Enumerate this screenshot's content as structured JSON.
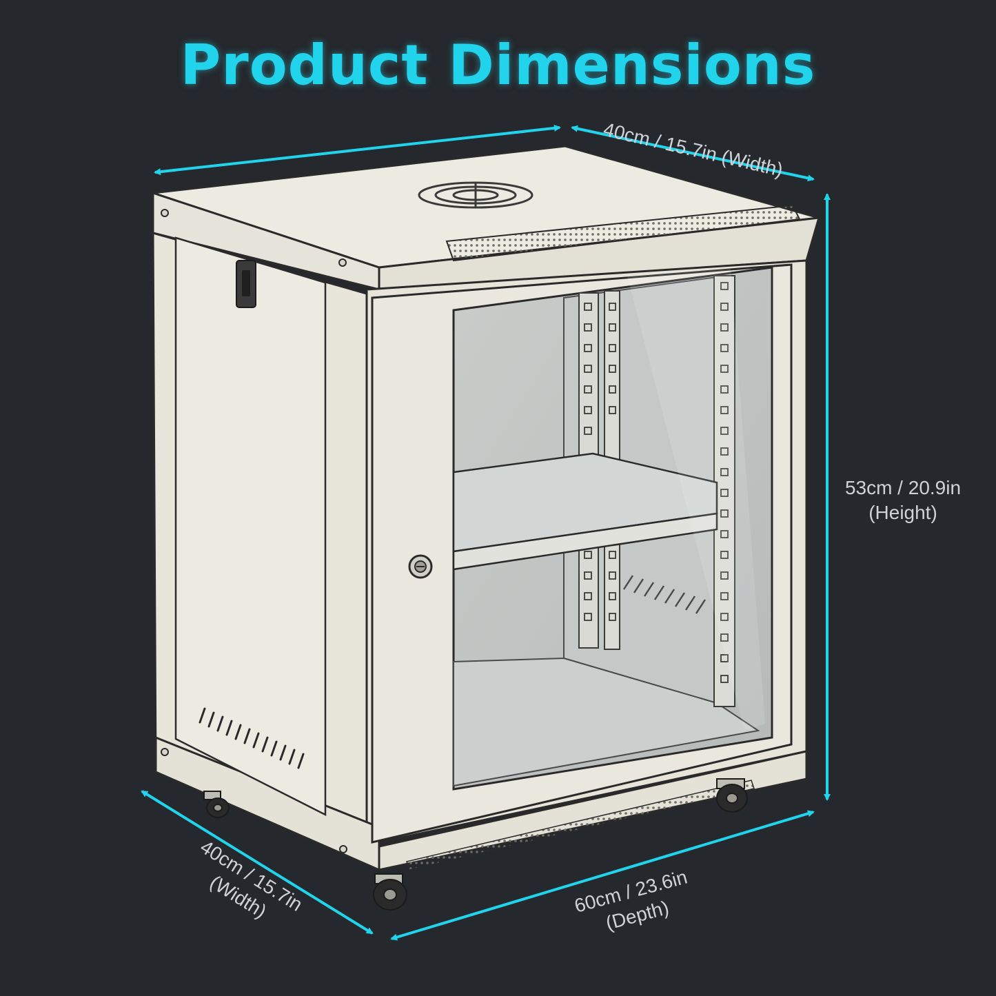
{
  "title": "Product Dimensions",
  "dimensions": {
    "top_width": "40cm / 15.7in (Width)",
    "height_value": "53cm / 20.9in",
    "height_caption": "(Height)",
    "left_width_value": "40cm / 15.7in",
    "left_width_caption": "(Width)",
    "depth_value": "60cm / 23.6in",
    "depth_caption": "(Depth)"
  },
  "colors": {
    "background": "#25282c",
    "accent": "#22d3ec",
    "cabinet": "#e9e7dc",
    "label_text": "#cfd2d6"
  },
  "icons": [
    "server-cabinet-illustration",
    "fan-grille-icon",
    "lock-icon",
    "caster-wheel-icon",
    "dimension-arrow-icon"
  ]
}
